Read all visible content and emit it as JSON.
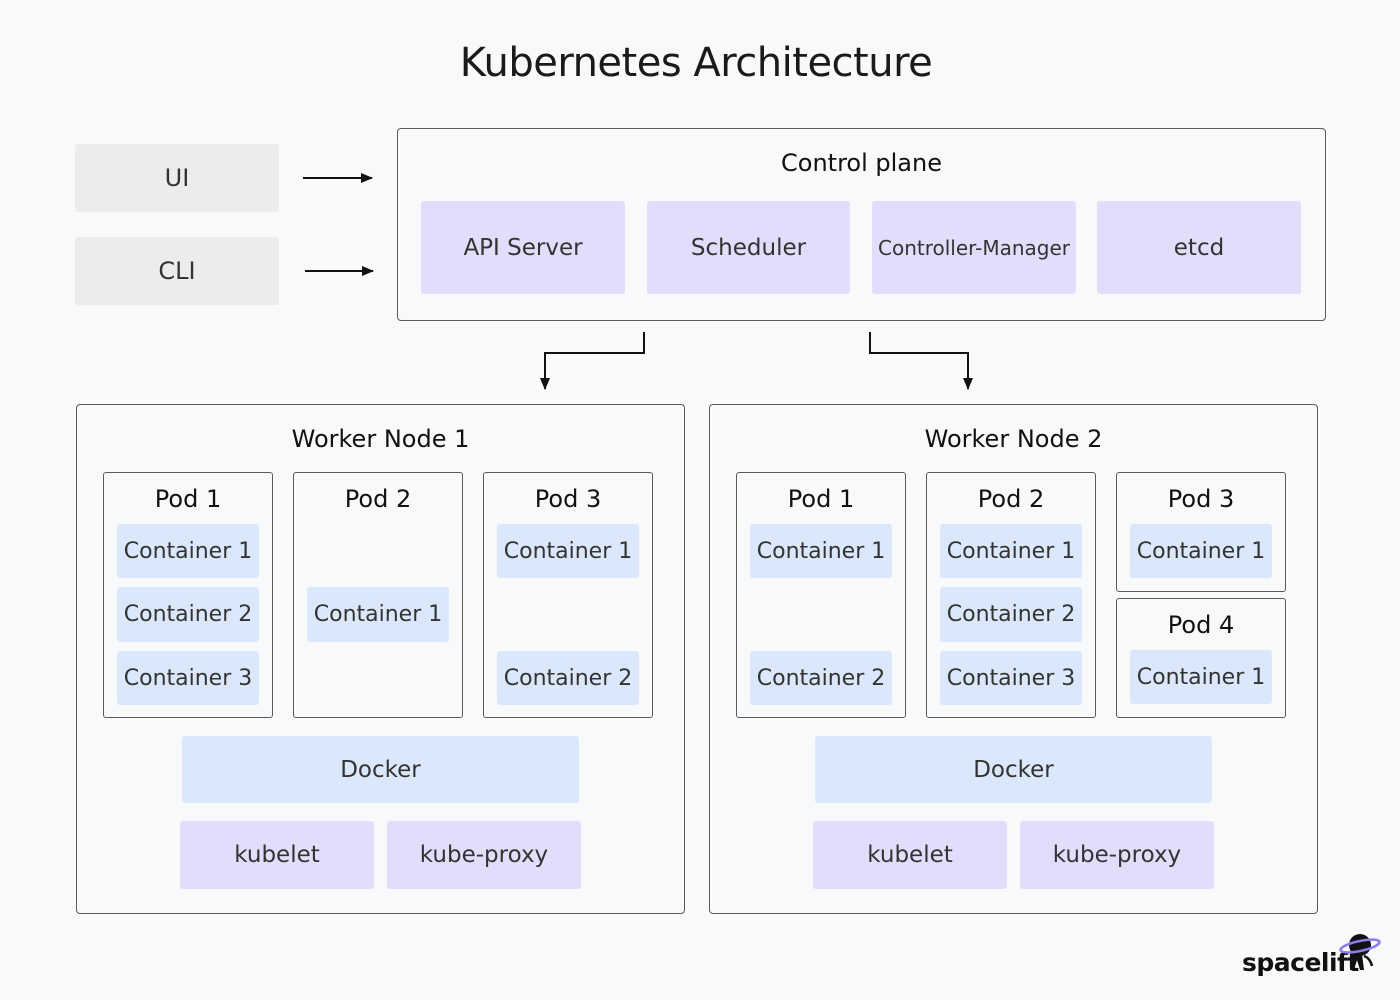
{
  "title": "Kubernetes Architecture",
  "clients": [
    {
      "label": "UI"
    },
    {
      "label": "CLI"
    }
  ],
  "control_plane": {
    "label": "Control plane",
    "components": [
      "API Server",
      "Scheduler",
      "Controller-Manager",
      "etcd"
    ]
  },
  "worker_nodes": [
    {
      "label": "Worker Node 1",
      "pods": [
        {
          "label": "Pod 1",
          "containers": [
            "Container 1",
            "Container 2",
            "Container 3"
          ]
        },
        {
          "label": "Pod 2",
          "containers": [
            "Container 1"
          ]
        },
        {
          "label": "Pod 3",
          "containers": [
            "Container 1",
            "Container 2"
          ]
        }
      ],
      "runtime": "Docker",
      "services": [
        "kubelet",
        "kube-proxy"
      ]
    },
    {
      "label": "Worker Node 2",
      "pods": [
        {
          "label": "Pod 1",
          "containers": [
            "Container 1",
            "Container 2"
          ]
        },
        {
          "label": "Pod 2",
          "containers": [
            "Container 1",
            "Container 2",
            "Container 3"
          ]
        },
        {
          "label": "Pod 3",
          "containers": [
            "Container 1"
          ]
        },
        {
          "label": "Pod 4",
          "containers": [
            "Container 1"
          ]
        }
      ],
      "runtime": "Docker",
      "services": [
        "kubelet",
        "kube-proxy"
      ]
    }
  ],
  "brand": {
    "name": "spacelift",
    "icon": "astronaut-planet-icon"
  },
  "colors": {
    "background": "#f8f9fb",
    "client_box": "#ececec",
    "purple_component": "#e3dcfb",
    "blue_component": "#dbe8fc",
    "border": "#5a5a5a",
    "arrow": "#111111"
  }
}
